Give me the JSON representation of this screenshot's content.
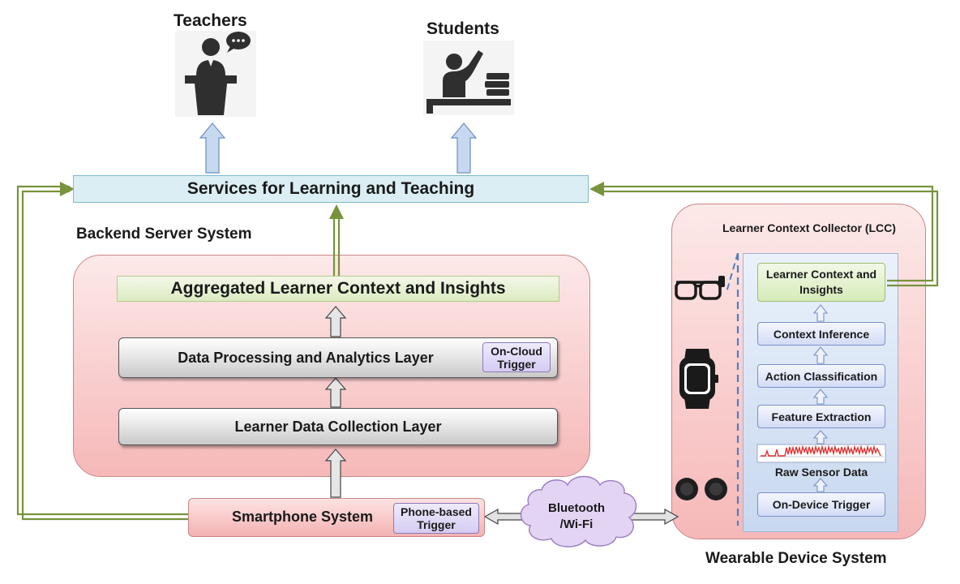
{
  "top": {
    "teachers_label": "Teachers",
    "students_label": "Students"
  },
  "services": {
    "label": "Services for Learning and Teaching"
  },
  "backend": {
    "title": "Backend Server System",
    "aggregated": "Aggregated Learner Context and Insights",
    "processing_layer": "Data Processing and Analytics Layer",
    "cloud_trigger": "On-Cloud Trigger",
    "collection_layer": "Learner Data Collection Layer"
  },
  "smartphone": {
    "label": "Smartphone System",
    "trigger": "Phone-based Trigger"
  },
  "link": {
    "label": "Bluetooth /Wi-Fi"
  },
  "wearable": {
    "title": "Wearable Device System",
    "lcc_title": "Learner Context Collector (LCC)",
    "steps": {
      "insights": "Learner Context and Insights",
      "inference": "Context Inference",
      "classification": "Action Classification",
      "features": "Feature Extraction",
      "raw": "Raw Sensor Data",
      "trigger": "On-Device Trigger"
    }
  },
  "colors": {
    "arrow_green": "#77933c",
    "arrow_blue": "#c6d9f1",
    "services_fill": "#daeef3",
    "pink_fill": "#f9c4c4",
    "aggregated_fill": "#ebf1de",
    "signal_red": "#e03030"
  },
  "icons": [
    "teacher-podium-icon",
    "student-desk-icon",
    "smart-glasses-icon",
    "smartwatch-icon",
    "earbuds-icon",
    "cloud-icon"
  ]
}
